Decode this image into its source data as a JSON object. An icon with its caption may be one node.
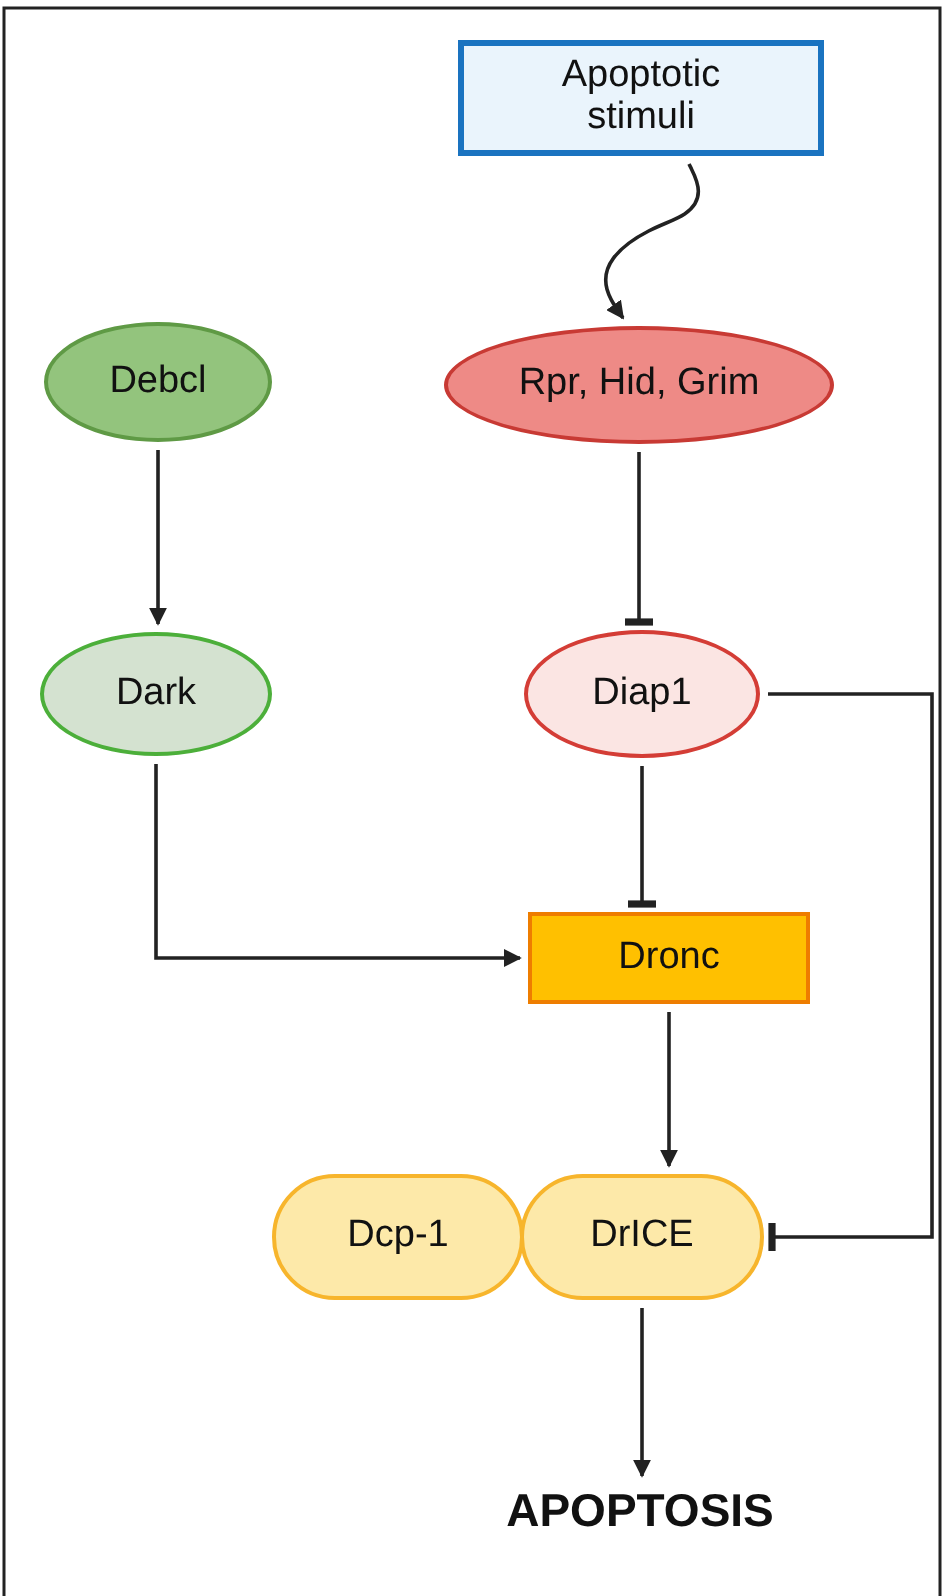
{
  "diagram": {
    "nodes": [
      {
        "text": [
          "Apoptotic stimuli"
        ]
      },
      {
        "text": [
          "Debcl"
        ]
      },
      {
        "text": [
          "Rpr, Hid, Grim"
        ]
      },
      {
        "text": [
          "Dark"
        ]
      },
      {
        "text": [
          "Diap1"
        ]
      },
      {
        "text": [
          "Dronc"
        ]
      },
      {
        "text": [
          "Dcp-1"
        ]
      },
      {
        "text": [
          "DrICE"
        ]
      },
      {
        "text": [
          "APOPTOSIS"
        ]
      }
    ],
    "edges": [
      {
        "from": 0,
        "to": 2,
        "arrow": "to"
      },
      {
        "from": 1,
        "to": 3,
        "arrow": "to"
      },
      {
        "from": 2,
        "to": 4,
        "arrow": "other"
      },
      {
        "from": 3,
        "to": 5,
        "arrow": "to"
      },
      {
        "from": 4,
        "to": 5,
        "arrow": "other"
      },
      {
        "from": 5,
        "to": 7,
        "arrow": "to"
      },
      {
        "from": 4,
        "to": 7,
        "arrow": "other"
      },
      {
        "from": 7,
        "to": 8,
        "arrow": "to"
      }
    ]
  }
}
